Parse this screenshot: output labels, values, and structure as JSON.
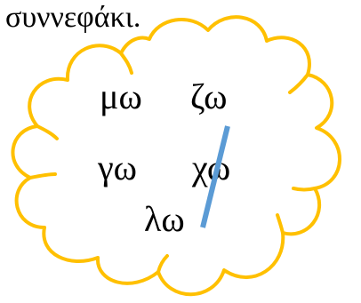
{
  "heading": "συννεφάκι.",
  "words": [
    "μω",
    "ζω",
    "γω",
    "χω",
    "λω"
  ],
  "colors": {
    "cloud_outline": "#FFC000",
    "strike_line": "#5B9BD5",
    "text": "#000000"
  },
  "icons": {
    "cloud": "cloud-shape",
    "strike": "diagonal-line"
  }
}
